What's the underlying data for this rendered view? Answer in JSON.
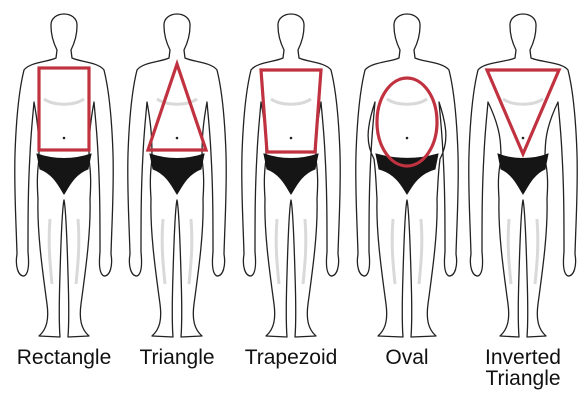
{
  "colors": {
    "outline": "#222222",
    "shading": "#d9d9d9",
    "underwear": "#151515",
    "shape": "#c0323f",
    "text": "#111111"
  },
  "figures": [
    {
      "label": "Rectangle",
      "shape": "rectangle",
      "build": "regular"
    },
    {
      "label": "Triangle",
      "shape": "triangle",
      "build": "regular"
    },
    {
      "label": "Trapezoid",
      "shape": "trapezoid",
      "build": "regular"
    },
    {
      "label": "Oval",
      "shape": "oval",
      "build": "heavy"
    },
    {
      "label": "Inverted\nTriangle",
      "shape": "inverted-triangle",
      "build": "broad"
    }
  ]
}
